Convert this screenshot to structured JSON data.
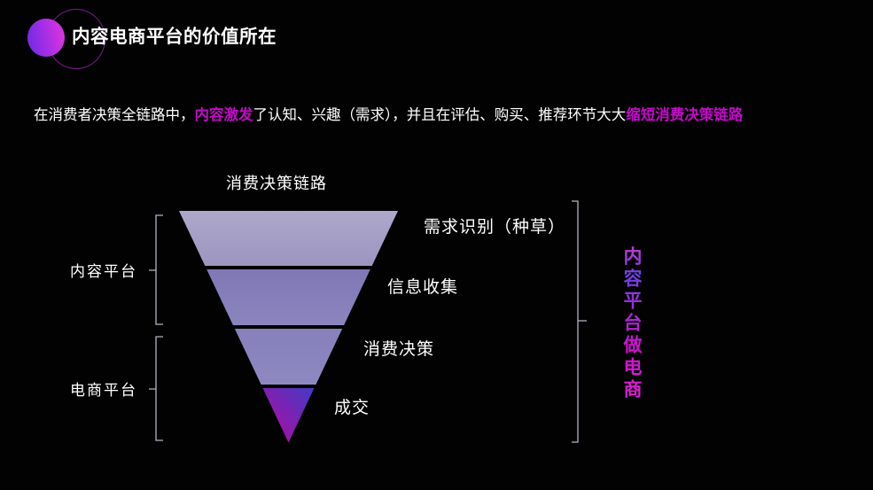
{
  "header": {
    "title": "内容电商平台的价值所在"
  },
  "intro": {
    "part1": "在消费者决策全链路中，",
    "highlight1": "内容激发",
    "part2": "了认知、兴趣（需求），并且在评估、购买、推荐环节大大",
    "highlight2": "缩短消费决策链路"
  },
  "funnel": {
    "title": "消费决策链路",
    "stages": [
      {
        "label": "需求识别（种草）",
        "color_top": "#aea8cb",
        "color_bottom": "#9c95c0"
      },
      {
        "label": "信息收集",
        "color_top": "#7f78b5",
        "color_bottom": "#8b85bf"
      },
      {
        "label": "消费决策",
        "color_top": "#8680bb",
        "color_bottom": "#8f89c1"
      },
      {
        "label": "成交",
        "color_top": "#a611a4",
        "color_bottom": "#4937c3"
      }
    ]
  },
  "groups": {
    "left_top": "内容平台",
    "left_bottom": "电商平台"
  },
  "right_note": {
    "text": "内容平台做电商",
    "gradient_start": "#7040e8",
    "gradient_end": "#d924d4"
  },
  "colors": {
    "background": "#020202",
    "highlight_magenta": "#c40ac9",
    "bracket_line": "#b7b1c6",
    "logo_gradient_start": "#7d2be4",
    "logo_gradient_end": "#d833e2",
    "logo_ring": "#7b2090"
  }
}
